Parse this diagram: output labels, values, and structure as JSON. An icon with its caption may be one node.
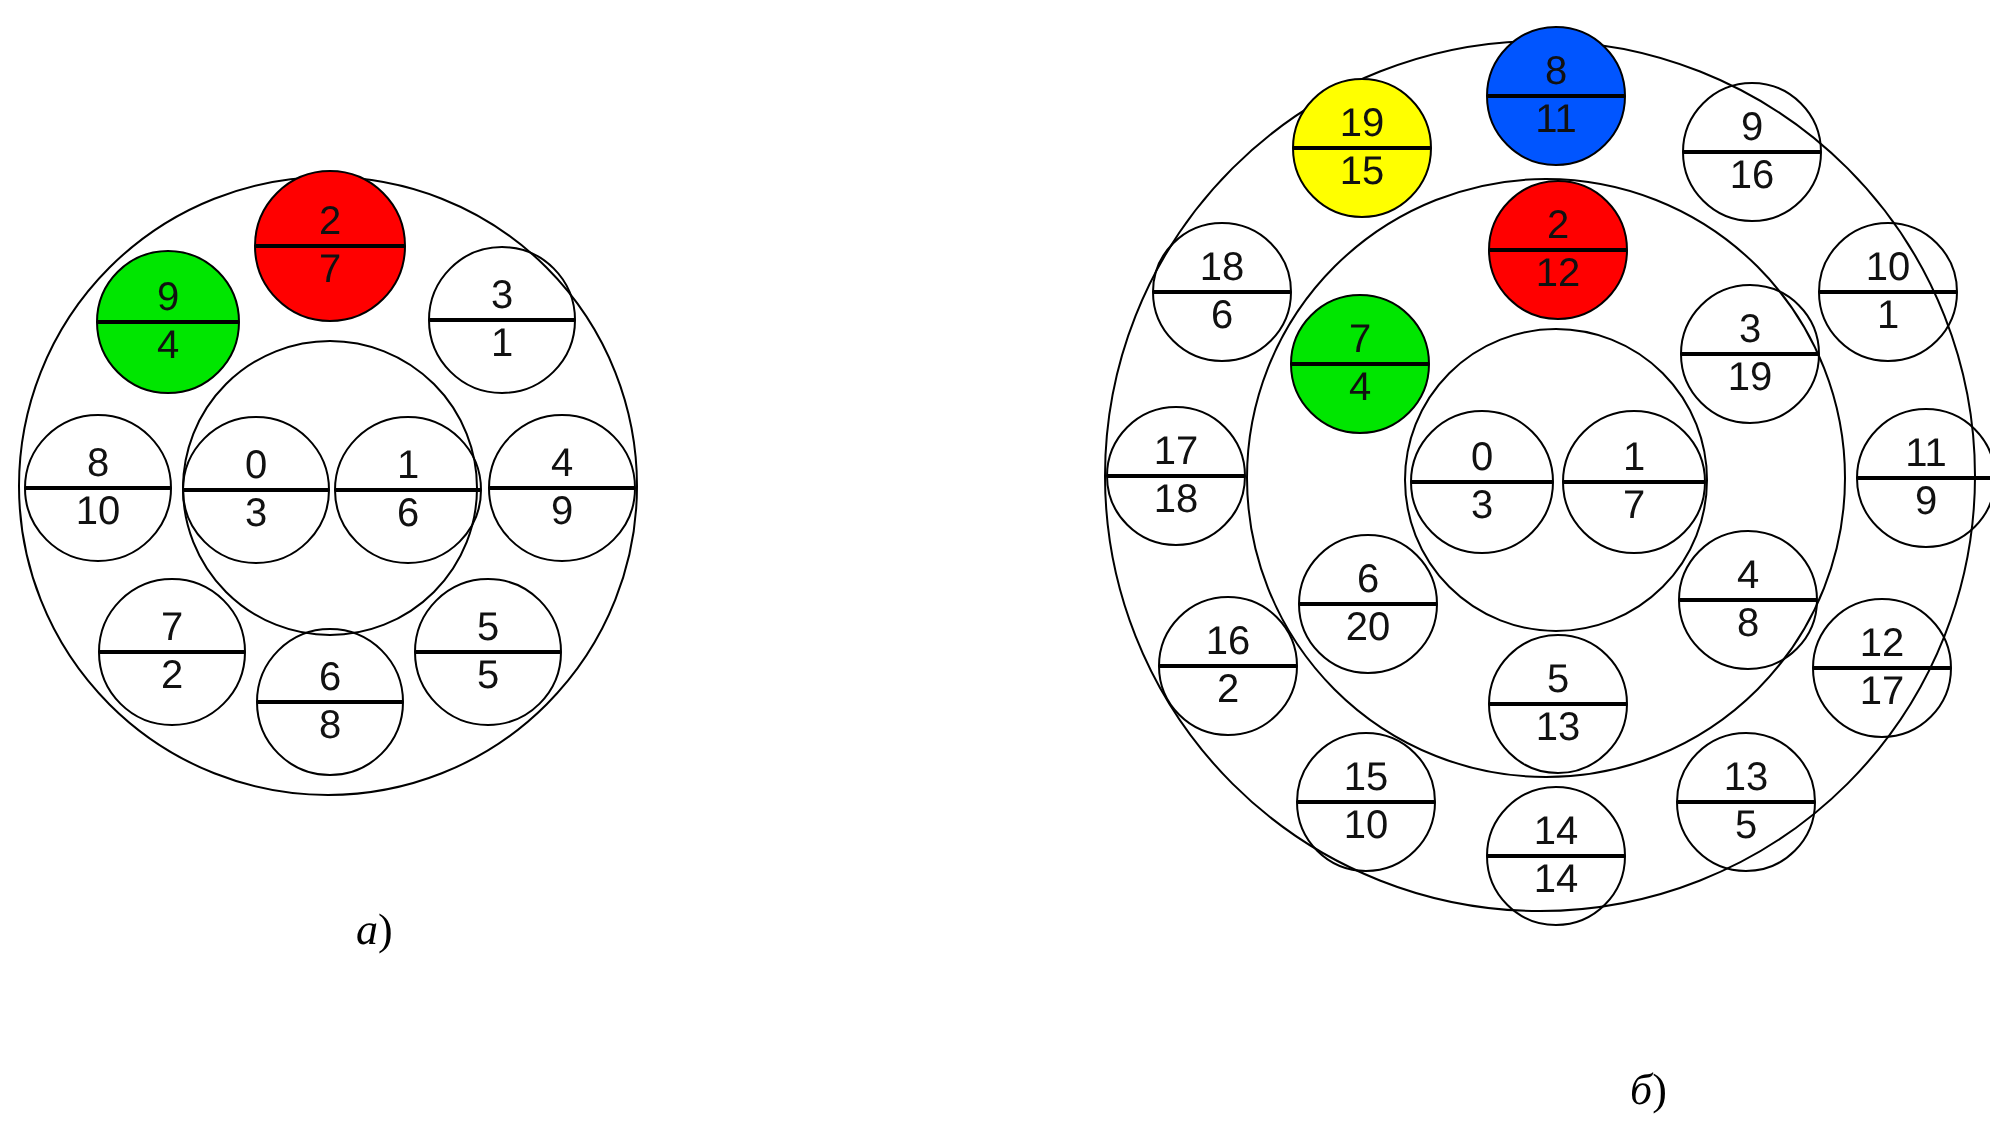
{
  "diagram": {
    "nodes": [
      {
        "text": [],
        "shape": "circle"
      },
      {
        "text": [],
        "shape": "circle",
        "in": 0
      },
      {
        "text": [
          "2",
          "7"
        ],
        "in": 0
      },
      {
        "text": [
          "9",
          "4"
        ],
        "in": 0
      },
      {
        "text": [
          "3",
          "1"
        ],
        "in": 0
      },
      {
        "text": [
          "8",
          "10"
        ],
        "in": 0
      },
      {
        "text": [
          "0",
          "3"
        ],
        "in": 1
      },
      {
        "text": [
          "1",
          "6"
        ],
        "in": 1
      },
      {
        "text": [
          "4",
          "9"
        ],
        "in": 0
      },
      {
        "text": [
          "7",
          "2"
        ],
        "in": 0
      },
      {
        "text": [
          "6",
          "8"
        ],
        "in": 0
      },
      {
        "text": [
          "5",
          "5"
        ],
        "in": 0
      },
      {
        "text": [],
        "shape": "circle"
      },
      {
        "text": [],
        "shape": "circle",
        "in": 12
      },
      {
        "text": [],
        "shape": "circle",
        "in": 13
      },
      {
        "text": [
          "8",
          "11"
        ],
        "in": 12
      },
      {
        "text": [
          "19",
          "15"
        ],
        "in": 12
      },
      {
        "text": [
          "9",
          "16"
        ],
        "in": 12
      },
      {
        "text": [
          "2",
          "12"
        ],
        "in": 13
      },
      {
        "text": [
          "18",
          "6"
        ],
        "in": 12
      },
      {
        "text": [
          "10",
          "1"
        ],
        "in": 12
      },
      {
        "text": [
          "7",
          "4"
        ],
        "in": 13
      },
      {
        "text": [
          "3",
          "19"
        ],
        "in": 13
      },
      {
        "text": [
          "17",
          "18"
        ],
        "in": 12
      },
      {
        "text": [
          "0",
          "3"
        ],
        "in": 14
      },
      {
        "text": [
          "1",
          "7"
        ],
        "in": 14
      },
      {
        "text": [
          "11",
          "9"
        ],
        "in": 12
      },
      {
        "text": [
          "6",
          "20"
        ],
        "in": 13
      },
      {
        "text": [
          "4",
          "8"
        ],
        "in": 13
      },
      {
        "text": [
          "16",
          "2"
        ],
        "in": 12
      },
      {
        "text": [
          "12",
          "17"
        ],
        "in": 12
      },
      {
        "text": [
          "5",
          "13"
        ],
        "in": 13
      },
      {
        "text": [
          "15",
          "10"
        ],
        "in": 12
      },
      {
        "text": [
          "13",
          "5"
        ],
        "in": 12
      },
      {
        "text": [
          "14",
          "14"
        ],
        "in": 12
      }
    ],
    "labels": [
      "*а*)",
      "*б*)"
    ]
  }
}
